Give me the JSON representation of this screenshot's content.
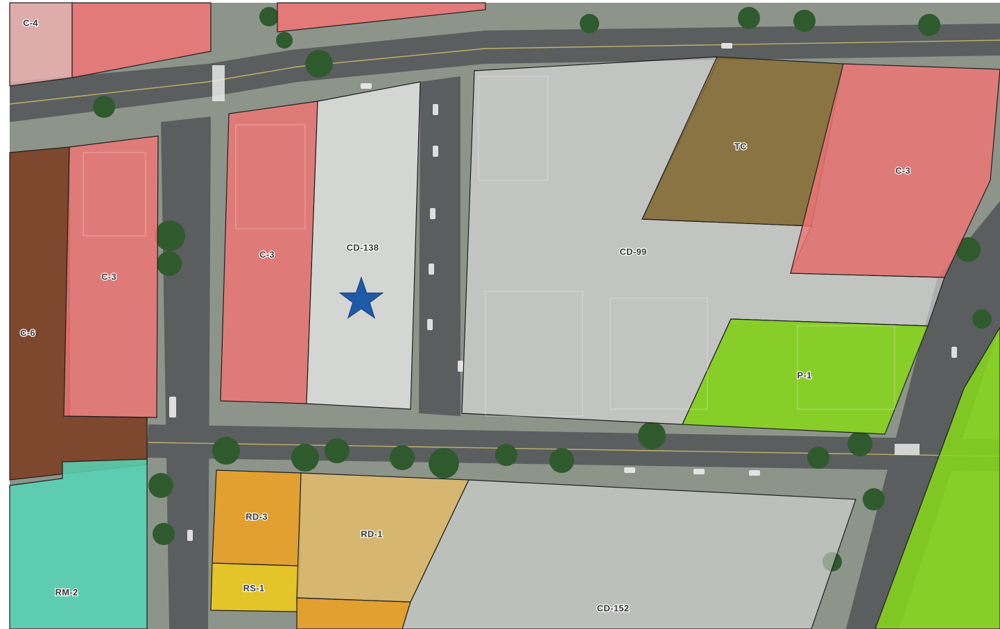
{
  "map": {
    "colors": {
      "aerial_base": "#8d948a",
      "road": "#5b5e5f",
      "sidewalk": "#a9aba6",
      "tree": "#2f5a2e",
      "C-3": "#f07575",
      "C-4": "#f2b3b3",
      "C-6": "#7a3b1c",
      "CD": "#e4e4e4",
      "TC": "#8a6b32",
      "P-1": "#86d61b",
      "RM-2": "#56d6b6",
      "RD-3": "#f0a21e",
      "RD-1": "#e6bd6a",
      "RS-1": "#ecc91e",
      "marker": "#1f5aa8"
    },
    "zones": [
      {
        "id": "zone-c4",
        "code": "C-4",
        "label": "C-4",
        "color_key": "C-4"
      },
      {
        "id": "zone-c3-top",
        "code": "C-3",
        "label": "",
        "color_key": "C-3"
      },
      {
        "id": "zone-c3-topmid",
        "code": "C-3",
        "label": "",
        "color_key": "C-3"
      },
      {
        "id": "zone-c6",
        "code": "C-6",
        "label": "C-6",
        "color_key": "C-6"
      },
      {
        "id": "zone-c3-west",
        "code": "C-3",
        "label": "C-3",
        "color_key": "C-3"
      },
      {
        "id": "zone-c3-mid",
        "code": "C-3",
        "label": "C-3",
        "color_key": "C-3"
      },
      {
        "id": "zone-cd138",
        "code": "CD-138",
        "label": "CD-138",
        "color_key": "CD"
      },
      {
        "id": "zone-cd99",
        "code": "CD-99",
        "label": "CD-99",
        "color_key": "CD"
      },
      {
        "id": "zone-tc",
        "code": "TC",
        "label": "TC",
        "color_key": "TC"
      },
      {
        "id": "zone-c3-east",
        "code": "C-3",
        "label": "C-3",
        "color_key": "C-3"
      },
      {
        "id": "zone-p1",
        "code": "P-1",
        "label": "P-1",
        "color_key": "P-1"
      },
      {
        "id": "zone-p1-east",
        "code": "P-1",
        "label": "",
        "color_key": "P-1"
      },
      {
        "id": "zone-rm2",
        "code": "RM-2",
        "label": "RM-2",
        "color_key": "RM-2"
      },
      {
        "id": "zone-rd3-north",
        "code": "RD-3",
        "label": "RD-3",
        "color_key": "RD-3"
      },
      {
        "id": "zone-rs1",
        "code": "RS-1",
        "label": "RS-1",
        "color_key": "RS-1"
      },
      {
        "id": "zone-rd3-south",
        "code": "RD-3",
        "label": "",
        "color_key": "RD-3"
      },
      {
        "id": "zone-rd1",
        "code": "RD-1",
        "label": "RD-1",
        "color_key": "RD-1"
      },
      {
        "id": "zone-cd152",
        "code": "CD-152",
        "label": "CD-152",
        "color_key": "CD"
      }
    ],
    "marker": {
      "label": "",
      "icon": "star-icon"
    }
  }
}
